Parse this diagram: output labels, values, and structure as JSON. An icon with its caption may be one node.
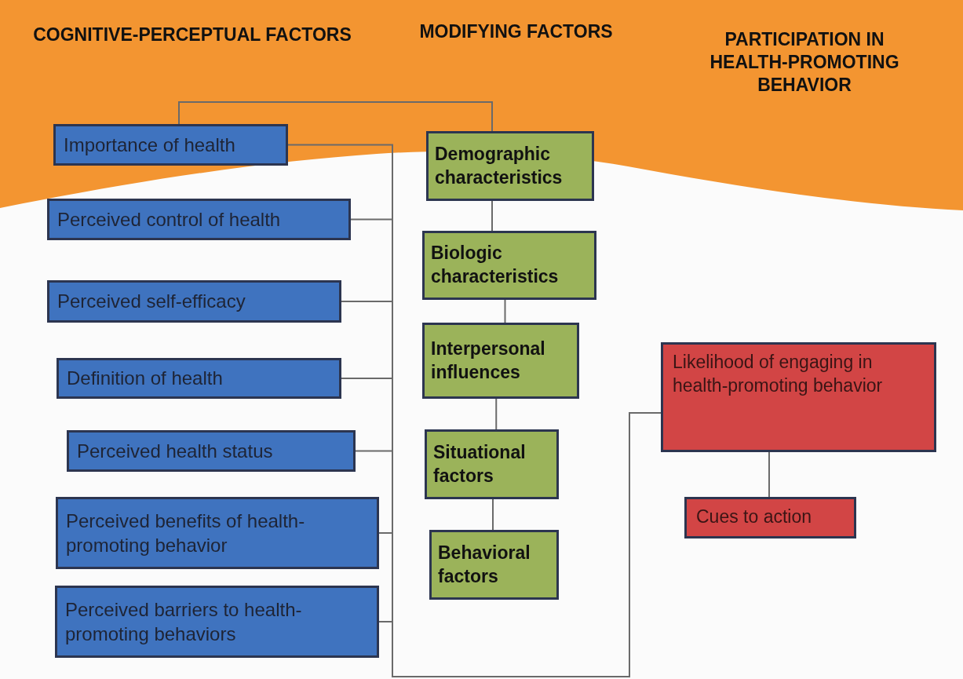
{
  "diagram": {
    "nodes": [
      {
        "text": [
          "Importance of health"
        ]
      },
      {
        "text": [
          "Perceived control of health"
        ]
      },
      {
        "text": [
          "Perceived self-efficacy"
        ]
      },
      {
        "text": [
          "Definition of health"
        ]
      },
      {
        "text": [
          "Perceived health status"
        ]
      },
      {
        "text": [
          "Perceived benefits of health-promoting behavior"
        ]
      },
      {
        "text": [
          "Perceived barriers to health-promoting behaviors"
        ]
      },
      {
        "text": [
          "Demographic characteristics"
        ]
      },
      {
        "text": [
          "Biologic characteristics"
        ]
      },
      {
        "text": [
          "Interpersonal influences"
        ]
      },
      {
        "text": [
          "Situational factors"
        ]
      },
      {
        "text": [
          "Behavioral factors"
        ]
      },
      {
        "text": [
          "Likelihood of engaging in health-promoting behavior"
        ]
      },
      {
        "text": [
          "Cues to action"
        ]
      }
    ],
    "edges": [
      {
        "from": 0,
        "to": 12,
        "arrow": "none"
      },
      {
        "from": 1,
        "to": 12,
        "arrow": "none"
      },
      {
        "from": 2,
        "to": 12,
        "arrow": "none"
      },
      {
        "from": 3,
        "to": 12,
        "arrow": "none"
      },
      {
        "from": 4,
        "to": 12,
        "arrow": "none"
      },
      {
        "from": 5,
        "to": 12,
        "arrow": "none"
      },
      {
        "from": 6,
        "to": 12,
        "arrow": "none"
      },
      {
        "from": 0,
        "to": 7,
        "arrow": "none"
      },
      {
        "from": 7,
        "to": 8,
        "arrow": "none"
      },
      {
        "from": 8,
        "to": 9,
        "arrow": "none"
      },
      {
        "from": 9,
        "to": 10,
        "arrow": "none"
      },
      {
        "from": 10,
        "to": 11,
        "arrow": "none"
      },
      {
        "from": 12,
        "to": 13,
        "arrow": "none"
      }
    ],
    "labels": [
      "COGNITIVE-PERCEPTUAL FACTORS",
      "MODIFYING FACTORS",
      "PARTICIPATION IN HEALTH-PROMOTING BEHAVIOR"
    ]
  }
}
